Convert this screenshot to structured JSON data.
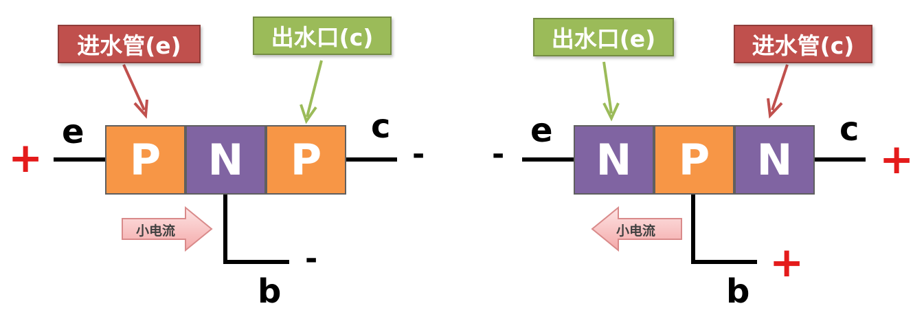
{
  "pnp": {
    "callout_in": "进水管(e)",
    "callout_out": "出水口(c)",
    "blocks": [
      "P",
      "N",
      "P"
    ],
    "emitter_label": "e",
    "collector_label": "c",
    "base_label": "b",
    "emitter_sign": "+",
    "collector_sign": "-",
    "base_sign": "-",
    "current_label": "小电流",
    "current_direction": "right"
  },
  "npn": {
    "callout_out": "出水口(e)",
    "callout_in": "进水管(c)",
    "blocks": [
      "N",
      "P",
      "N"
    ],
    "emitter_label": "e",
    "collector_label": "c",
    "base_label": "b",
    "emitter_sign": "-",
    "collector_sign": "+",
    "base_sign": "+",
    "current_label": "小电流",
    "current_direction": "left"
  },
  "colors": {
    "p_region": "#f79646",
    "n_region": "#8064a2",
    "inlet_callout": "#c0504d",
    "outlet_callout": "#9bbb59",
    "positive_sign": "#e41b1b"
  }
}
